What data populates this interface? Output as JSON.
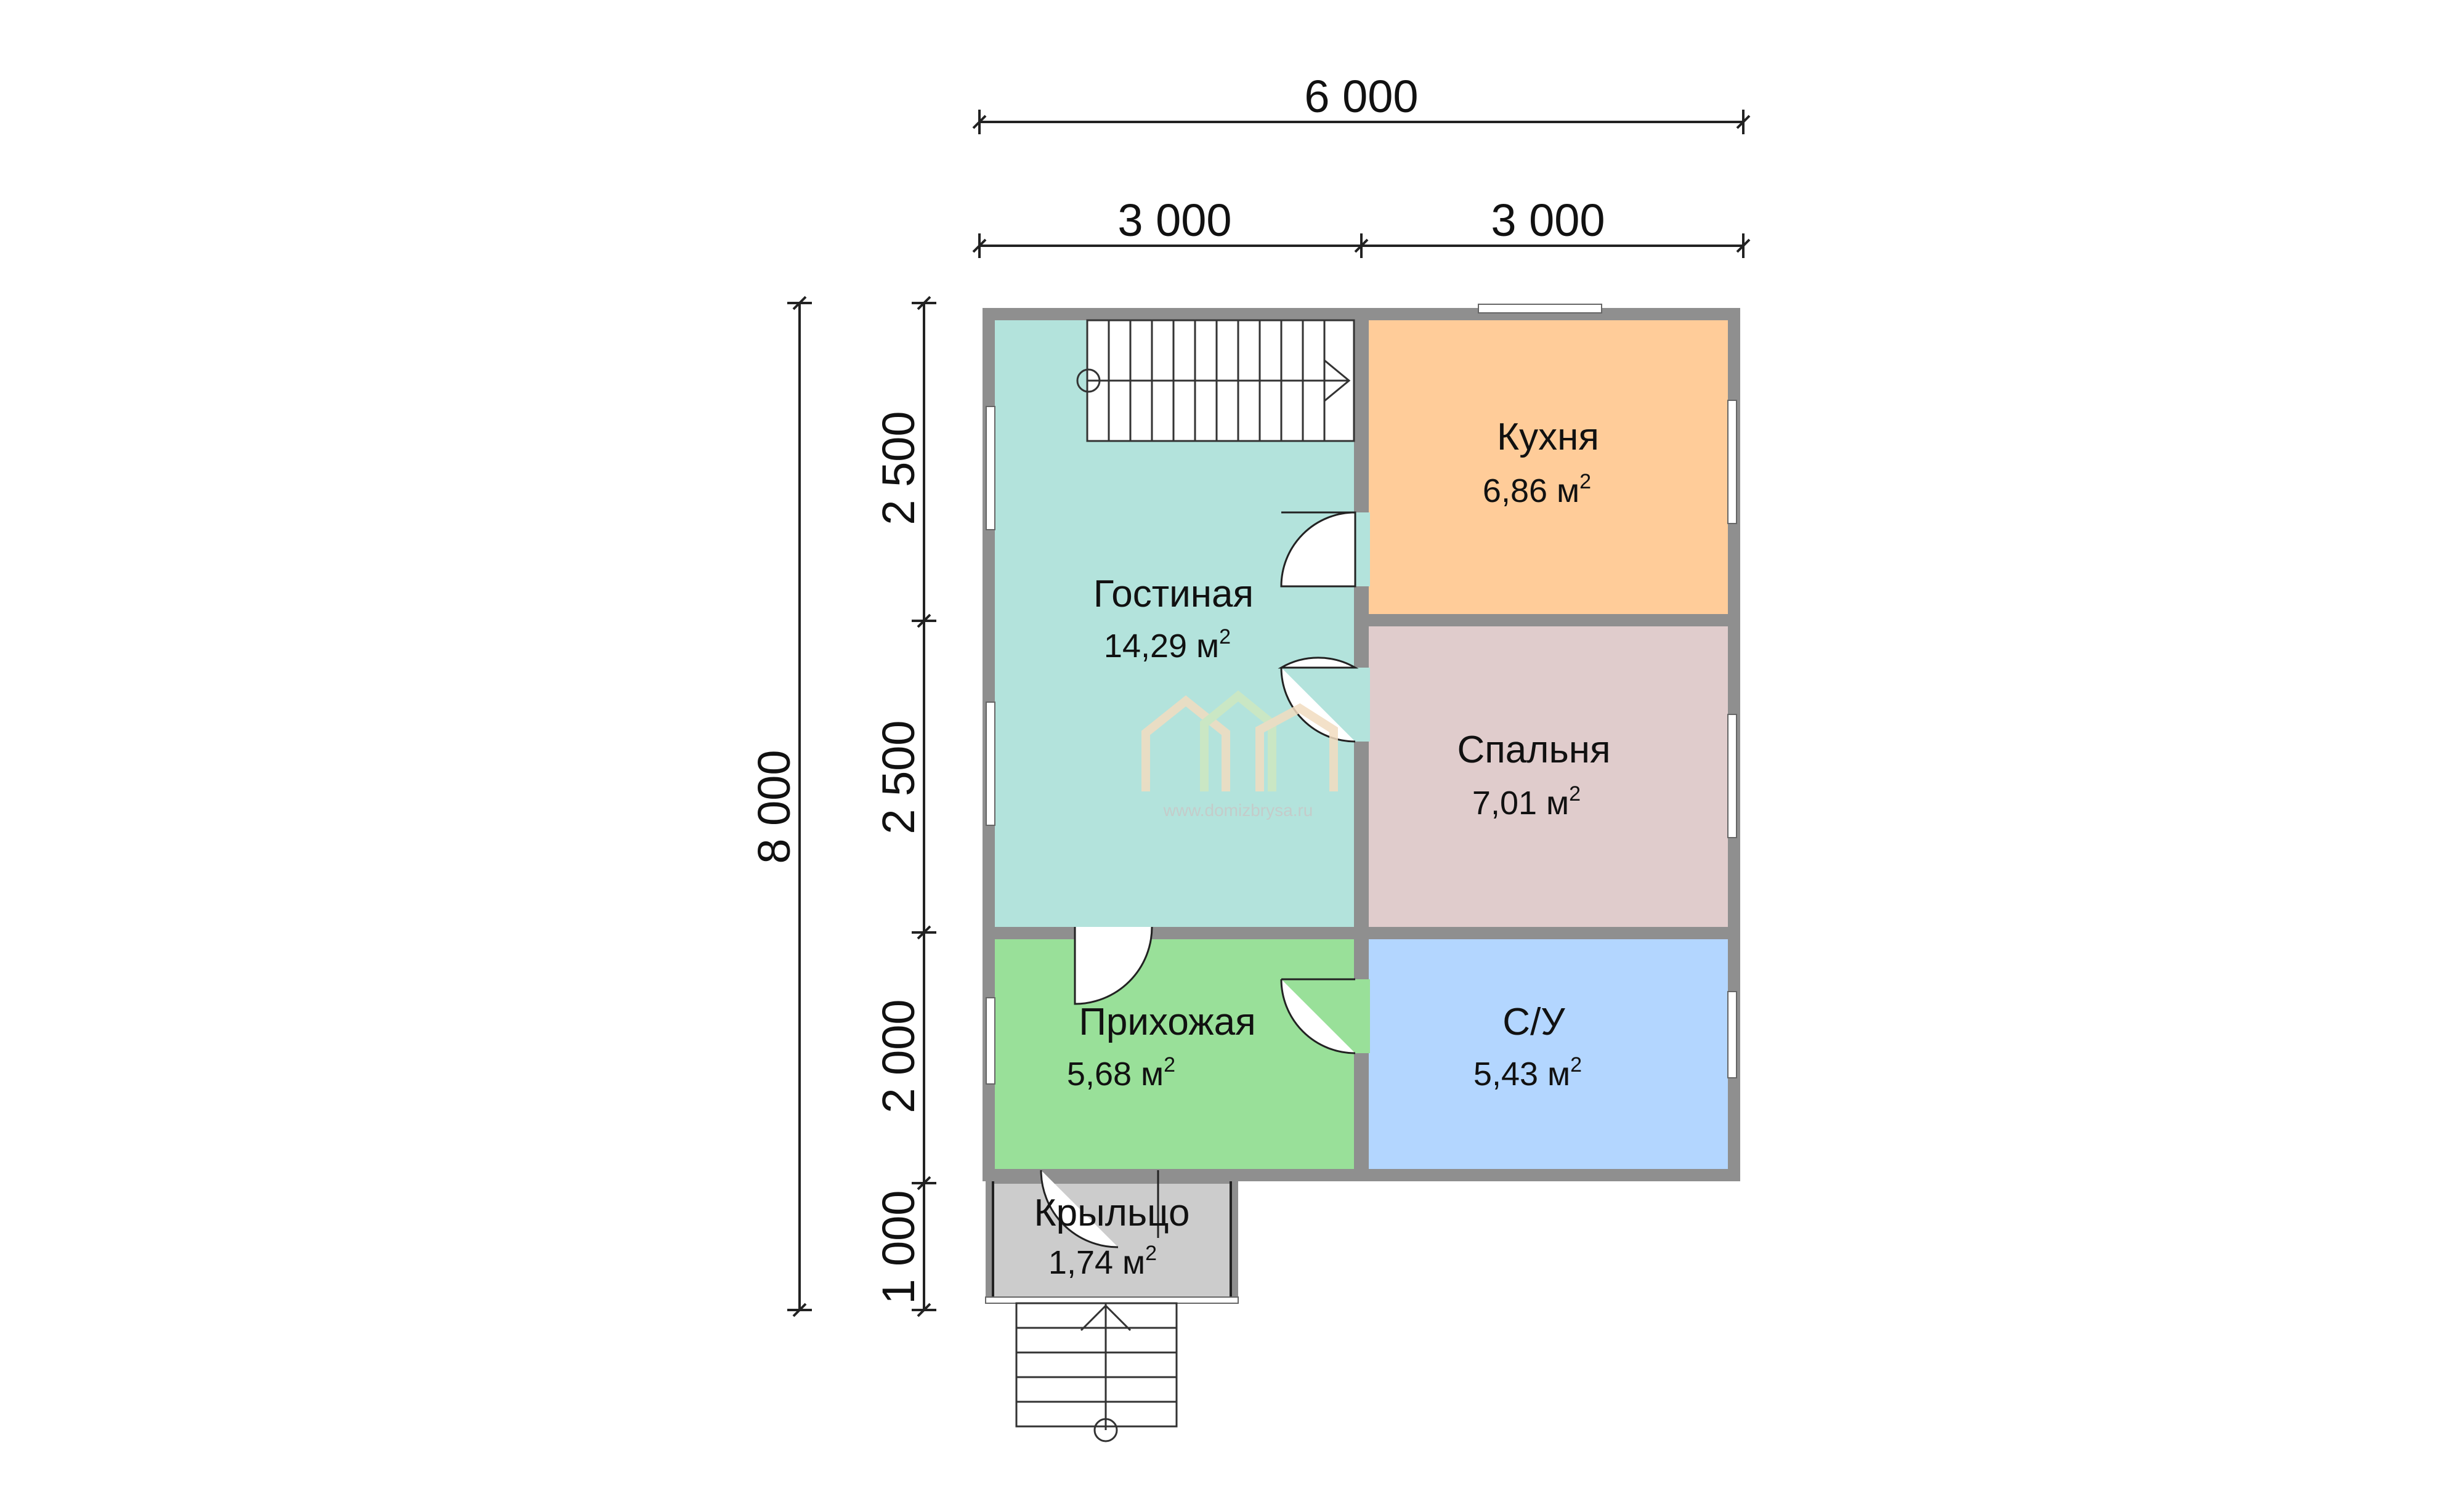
{
  "dimensions": {
    "top_total": "6 000",
    "top_left": "3 000",
    "top_right": "3 000",
    "left_total": "8 000",
    "left_seg1": "2 500",
    "left_seg2": "2 500",
    "left_seg3": "2 000",
    "left_seg4": "1 000"
  },
  "rooms": {
    "kitchen": {
      "name": "Кухня",
      "area": "6,86 м",
      "sup": "2",
      "color": "#ffcc99"
    },
    "living": {
      "name": "Гостиная",
      "area": "14,29 м",
      "sup": "2",
      "color": "#b3e3dc"
    },
    "bedroom": {
      "name": "Спальня",
      "area": "7,01 м",
      "sup": "2",
      "color": "#e0cccc"
    },
    "hallway": {
      "name": "Прихожая",
      "area": "5,68 м",
      "sup": "2",
      "color": "#99e099"
    },
    "bathroom": {
      "name": "С/У",
      "area": "5,43 м",
      "sup": "2",
      "color": "#b3d6ff"
    },
    "porch": {
      "name": "Крыльцо",
      "area": "1,74 м",
      "sup": "2",
      "color": "#cccccc"
    }
  },
  "watermark": {
    "text": "www.domizbrysa.ru",
    "color_left": "#f2dcc0",
    "color_mid": "#cfe8c0",
    "color_right": "#f2dcc0"
  },
  "colors": {
    "wall": "#8f8f8f",
    "line": "#222222"
  }
}
